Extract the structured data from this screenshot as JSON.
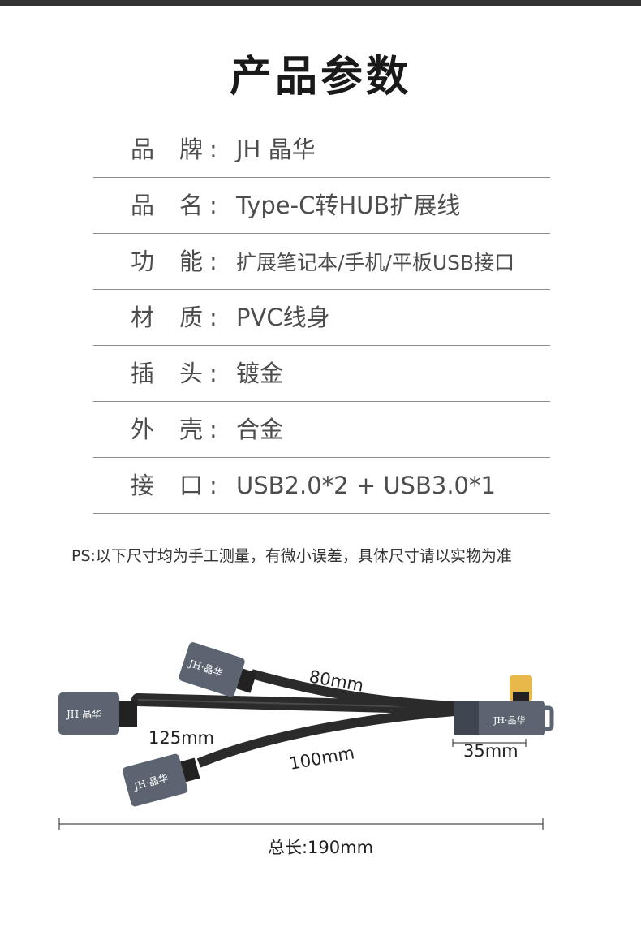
{
  "title": "产品参数",
  "specs": [
    {
      "k1": "品",
      "k2": "牌",
      "colon": ":",
      "value": "JH 晶华"
    },
    {
      "k1": "品",
      "k2": "名",
      "colon": ":",
      "value": "Type-C转HUB扩展线"
    },
    {
      "k1": "功",
      "k2": "能",
      "colon": ":",
      "value": "扩展笔记本/手机/平板USB接口"
    },
    {
      "k1": "材",
      "k2": "质",
      "colon": ":",
      "value": "PVC线身"
    },
    {
      "k1": "插",
      "k2": "头",
      "colon": ":",
      "value": "镀金"
    },
    {
      "k1": "外",
      "k2": "壳",
      "colon": ":",
      "value": "合金"
    },
    {
      "k1": "接",
      "k2": "口",
      "colon": ":",
      "value": "USB2.0*2 + USB3.0*1"
    }
  ],
  "note": "PS:以下尺寸均为手工测量，有微小误差，具体尺寸请以实物为准",
  "diagram": {
    "brand_label": "JH·晶华",
    "len_top": "80mm",
    "len_middle": "125mm",
    "len_bottom": "100mm",
    "len_connector": "35mm",
    "total": "总长:190mm"
  },
  "colors": {
    "cable": "#2b2b2b",
    "connector_body": "#5b6470",
    "usb_c_tip": "#e8b84a",
    "text_dark": "#1a1a1a"
  }
}
